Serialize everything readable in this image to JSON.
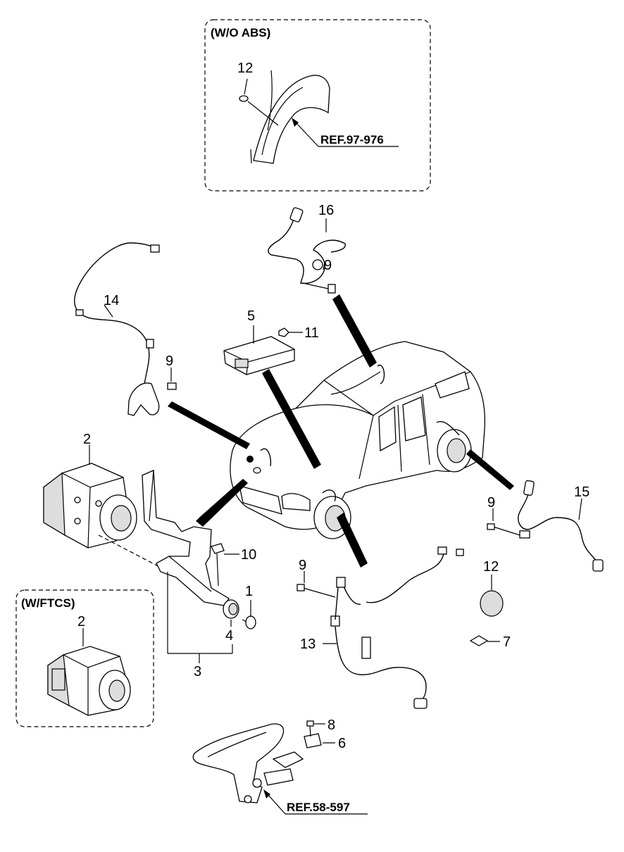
{
  "boxes": {
    "wo_abs": "(W/O ABS)",
    "w_ftcs": "(W/FTCS)"
  },
  "refs": {
    "fender": "REF.97-976",
    "pedal": "REF.58-597"
  },
  "callouts": {
    "c12_top": "12",
    "c16": "16",
    "c9_top": "9",
    "c14": "14",
    "c5": "5",
    "c11": "11",
    "c9_left": "9",
    "c2": "2",
    "c10": "10",
    "c1": "1",
    "c4": "4",
    "c3": "3",
    "c2_ftcs": "2",
    "c9_right": "9",
    "c15": "15",
    "c9_mid": "9",
    "c12_mid": "12",
    "c13": "13",
    "c7": "7",
    "c8": "8",
    "c6": "6"
  }
}
